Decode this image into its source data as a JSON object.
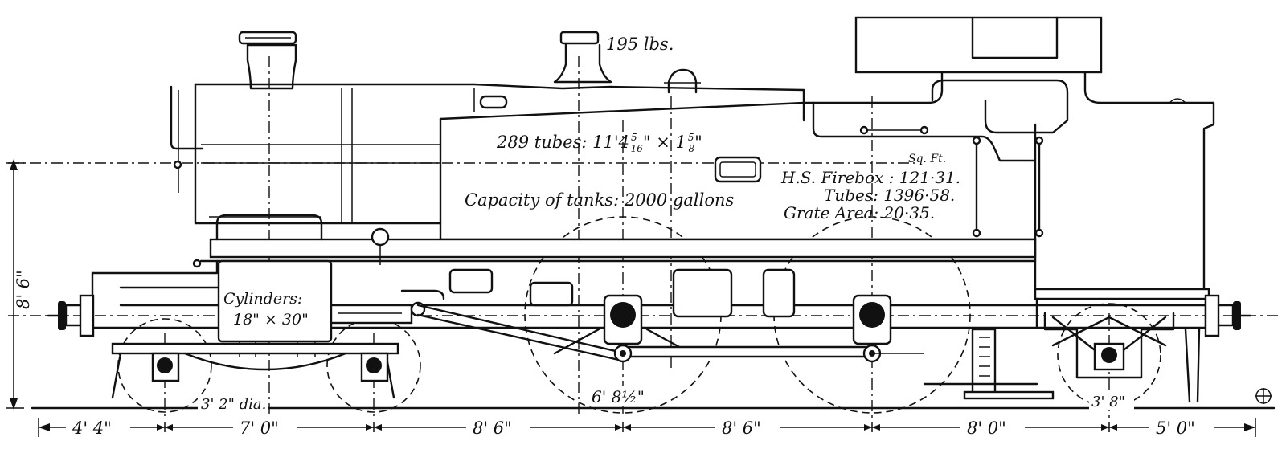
{
  "annotations": {
    "pressure": "195 lbs.",
    "tubes_prefix": "289 tubes: 11'",
    "tubes_num": "4",
    "tubes_frac1_n": "5",
    "tubes_frac1_d": "16",
    "tubes_mid": "\" × 1",
    "tubes_frac2_n": "5",
    "tubes_frac2_d": "8",
    "tubes_end": "\"",
    "tank_capacity": "Capacity of tanks: 2000 gallons",
    "sq_ft": "Sq. Ft.",
    "hs_firebox": "H.S. Firebox : 121·31.",
    "tubes_area": "Tubes: 1396·58.",
    "grate_area": "Grate Area:   20·35.",
    "cylinders": "Cylinders:",
    "cylinder_size": "18\" × 30\"",
    "bogie_wheel": "3' 2\" dia.",
    "driving_wheel": "6' 8½\"",
    "trailing_wheel": "3' 8\""
  },
  "dimensions": {
    "height": "8' 6\"",
    "spacings": [
      "4' 4\"",
      "7' 0\"",
      "8' 6\"",
      "8' 6\"",
      "8' 0\"",
      "5' 0\""
    ]
  }
}
